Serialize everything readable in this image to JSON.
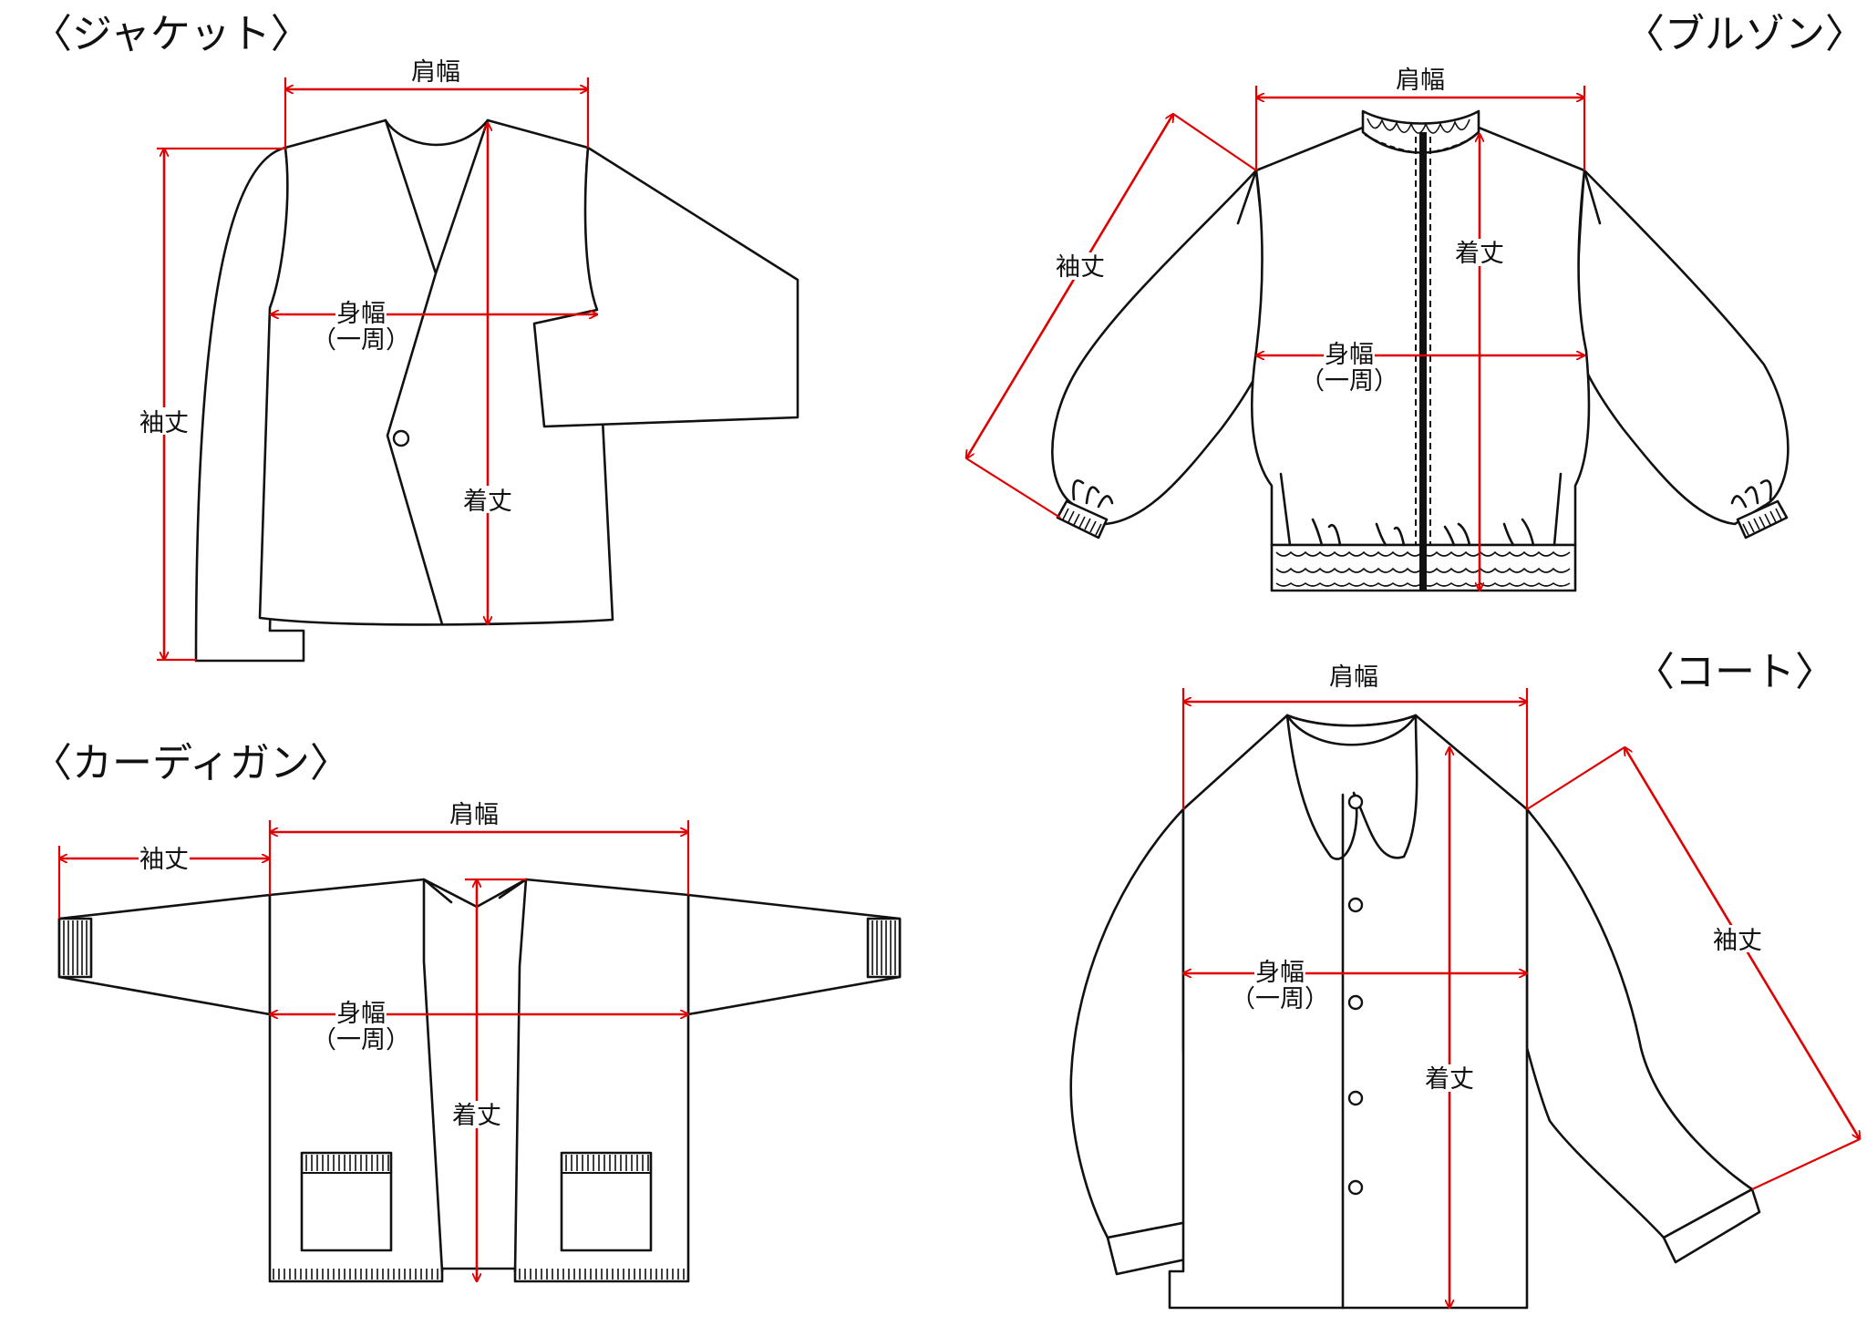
{
  "jacket": {
    "title": "〈ジャケット〉",
    "shoulder_width": "肩幅",
    "body_width": "身幅",
    "body_width_note": "（一周）",
    "sleeve_length": "袖丈",
    "length": "着丈"
  },
  "blouson": {
    "title": "〈ブルゾン〉",
    "shoulder_width": "肩幅",
    "body_width": "身幅",
    "body_width_note": "（一周）",
    "sleeve_length": "袖丈",
    "length": "着丈"
  },
  "cardigan": {
    "title": "〈カーディガン〉",
    "shoulder_width": "肩幅",
    "body_width": "身幅",
    "body_width_note": "（一周）",
    "sleeve_length": "袖丈",
    "length": "着丈"
  },
  "coat": {
    "title": "〈コート〉",
    "shoulder_width": "肩幅",
    "body_width": "身幅",
    "body_width_note": "（一周）",
    "sleeve_length": "袖丈",
    "length": "着丈"
  },
  "colors": {
    "measure_line": "#e00000",
    "outline": "#111111"
  }
}
